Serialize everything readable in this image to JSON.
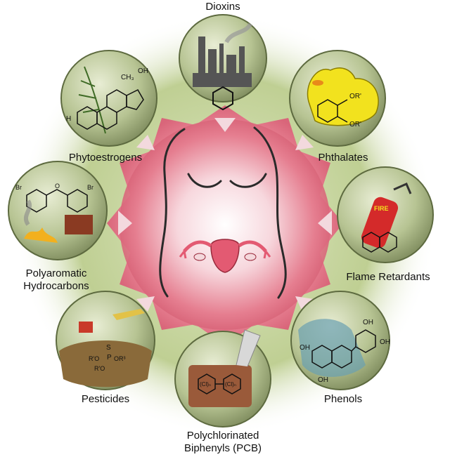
{
  "labels": {
    "dioxins": "Dioxins",
    "phytoestrogens": "Phytoestrogens",
    "phthalates": "Phthalates",
    "pah_line1": "Polyaromatic",
    "pah_line2": "Hydrocarbons",
    "flame": "Flame Retardants",
    "pesticides": "Pesticides",
    "phenols": "Phenols",
    "pcb_line1": "Polychlorinated",
    "pcb_line2": "Biphenyls (PCB)"
  },
  "structure_text": {
    "ch3": "CH₃",
    "oh": "OH",
    "h": "H",
    "o": "O",
    "br": "Br",
    "or1": "OR'",
    "or2": "OR'",
    "fire": "FIRE",
    "pest_r1": "R'O",
    "pest_r2": "R'O",
    "pest_r3": "OR³",
    "pest_p": "P",
    "pest_s": "S",
    "pcb_cl": "(Cl)ₙ",
    "pcb_cl2": "(Cl)ₙ"
  },
  "colors": {
    "center_glow": "#e26b80",
    "green_ring": "#b8c98c",
    "disc_fill": "#a9b784",
    "uterus": "#e35a72"
  }
}
